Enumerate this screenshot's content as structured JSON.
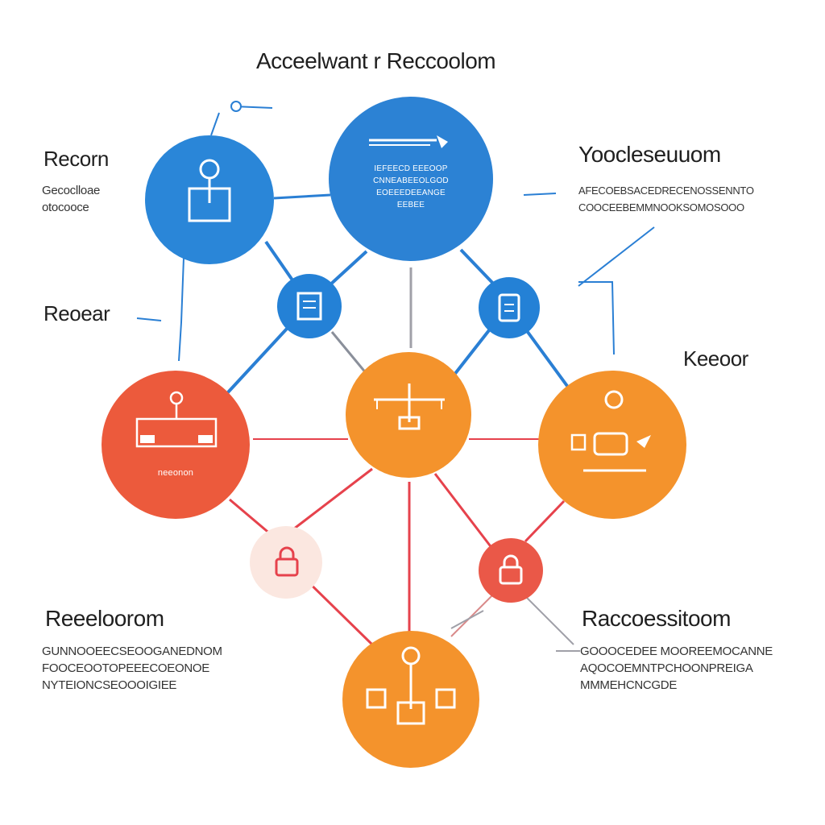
{
  "diagram": {
    "title": "Acceelwant r Reccoolom",
    "center_top_node": {
      "text": "IEFEECD EEEOOP\nCNNEABEEOLGOD\nEOEEEDEEANGE\nEEBEE"
    },
    "left_red_node": {
      "caption": "neeonon"
    },
    "labels": {
      "top_left": {
        "heading": "Recorn",
        "description": "Gecoclloae\notocooce"
      },
      "mid_left": {
        "heading": "Reoear"
      },
      "top_right": {
        "heading": "Yoocleseuuom",
        "description": "AFECOEBSACEDRECENOSSENNTO\nCOOCEEBEMMNOOKSOMOSOOO"
      },
      "mid_right": {
        "heading": "Keeoor"
      },
      "bottom_left": {
        "heading": "Reeeloorom",
        "description": "GUNNOOEECSEOOGANEDNOM\nFOOCEOOTOPEEECOEONOE\nNYTEIONCSEOOOIGIEE"
      },
      "bottom_right": {
        "heading": "Raccoessitoom",
        "description": "GOOOCEDEE MOOREEMOCANNE\nAQOCOEMNTPCHOONPREIGA\nMMMEHCNCGDE"
      }
    },
    "colors": {
      "blue": "#2481d6",
      "red": "#ec5a3c",
      "orange": "#f4932c",
      "line_blue": "#2a7fd4",
      "line_red": "#e6424c",
      "line_gray": "#a0a0a8"
    },
    "icons": [
      "person-icon",
      "list-icon",
      "document-icon",
      "scale-icon",
      "printer-icon",
      "lock-icon"
    ]
  }
}
